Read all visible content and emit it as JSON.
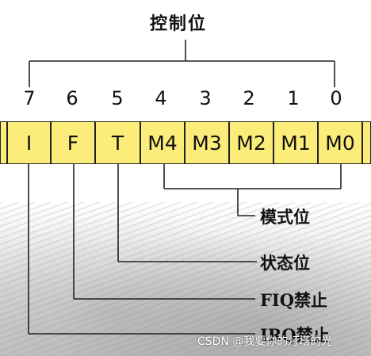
{
  "title": "控制位",
  "bit_numbers": [
    "7",
    "6",
    "5",
    "4",
    "3",
    "2",
    "1",
    "0"
  ],
  "cells": [
    "I",
    "F",
    "T",
    "M4",
    "M3",
    "M2",
    "M1",
    "M0"
  ],
  "labels": {
    "mode": "模式位",
    "state": "状态位",
    "fiq": "FIQ禁止",
    "irq": "IRQ禁止"
  },
  "watermark": "CSDN @我要你的灯塔的光",
  "colors": {
    "cell_fill": "#fcec7a",
    "line": "#222222"
  }
}
